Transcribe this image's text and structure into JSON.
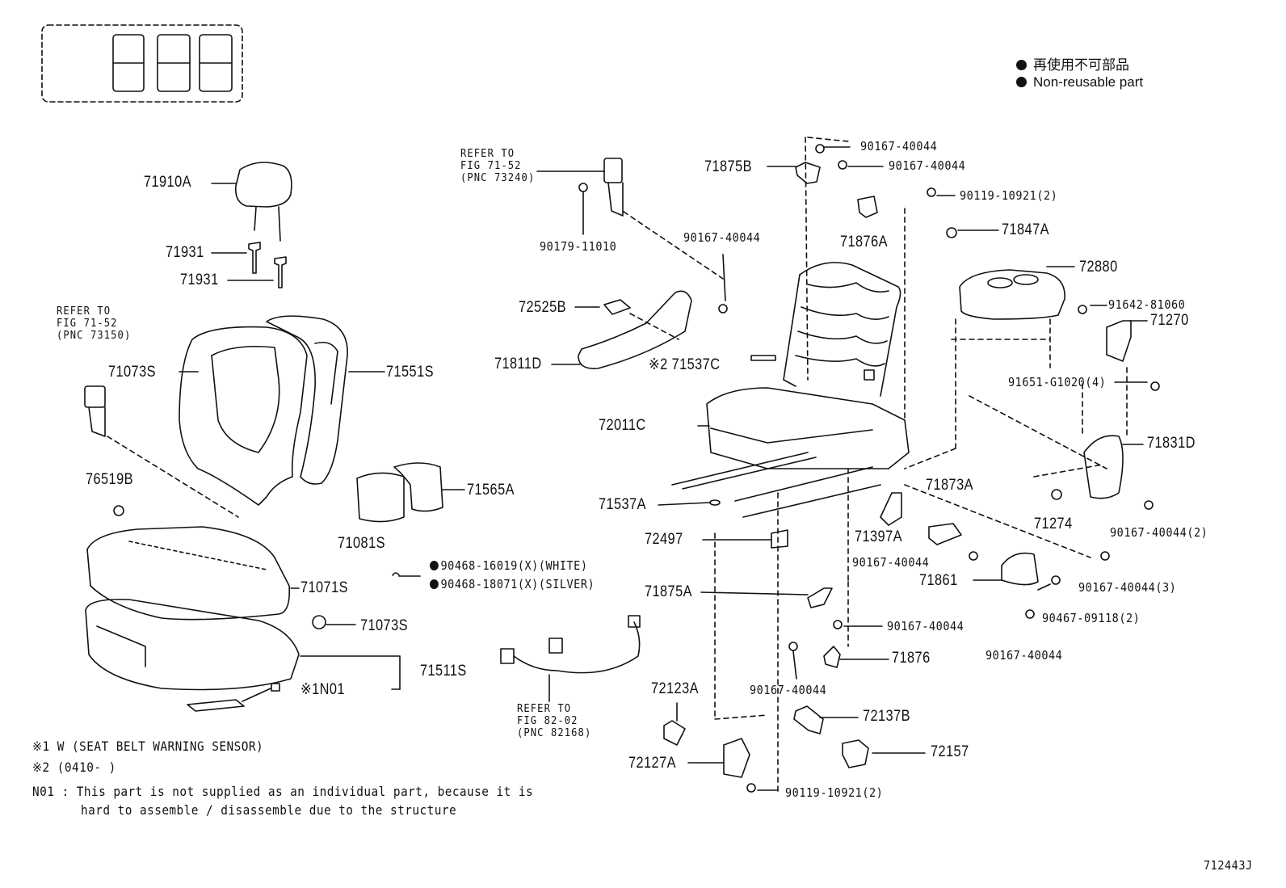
{
  "legend": {
    "jp": "再使用不可部品",
    "en": "Non-reusable part",
    "bullet_color": "#111111"
  },
  "refs": {
    "r1": {
      "l1": "REFER TO",
      "l2": "FIG 71-52",
      "l3": "(PNC 73150)"
    },
    "r2": {
      "l1": "REFER TO",
      "l2": "FIG 71-52",
      "l3": "(PNC 73240)"
    },
    "r3": {
      "l1": "REFER TO",
      "l2": "FIG 82-02",
      "l3": "(PNC 82168)"
    }
  },
  "parts": {
    "p71910A": "71910A",
    "p71931a": "71931",
    "p71931b": "71931",
    "p71073S_a": "71073S",
    "p71551S": "71551S",
    "p76519B": "76519B",
    "p71565A": "71565A",
    "p71081S": "71081S",
    "p71071S": "71071S",
    "p71073S_b": "71073S",
    "p71511S": "71511S",
    "pN01": "※1N01",
    "p90468a": "90468-16019(X)(WHITE)",
    "p90468b": "90468-18071(X)(SILVER)",
    "p90179": "90179-11010",
    "p90167_top": "90167-40044",
    "p72525B": "72525B",
    "p71811D": "71811D",
    "p71537C": "※2 71537C",
    "p72011C": "72011C",
    "p71537A": "71537A",
    "p72497": "72497",
    "p71875A": "71875A",
    "p72123A": "72123A",
    "p72127A": "72127A",
    "p90119b": "90119-10921(2)",
    "p71875B": "71875B",
    "p90167_a": "90167-40044",
    "p90167_b": "90167-40044",
    "p90119a": "90119-10921(2)",
    "p71876A": "71876A",
    "p71847A": "71847A",
    "p72880": "72880",
    "p91642": "91642-81060",
    "p71270": "71270",
    "p91651": "91651-G1020(4)",
    "p71831D": "71831D",
    "p71873A": "71873A",
    "p71274": "71274",
    "p90167_2": "90167-40044(2)",
    "p71397A": "71397A",
    "p90167_c": "90167-40044",
    "p71861": "71861",
    "p90167_3": "90167-40044(3)",
    "p90467": "90467-09118(2)",
    "p90167_d": "90167-40044",
    "p90167_e": "90167-40044",
    "p71876": "71876",
    "p90167_f": "90167-40044",
    "p72137B": "72137B",
    "p72157": "72157"
  },
  "notes": {
    "n1": "※1 W (SEAT BELT WARNING SENSOR)",
    "n2": "※2 (0410-     )",
    "n3a": "N01 : This part is not supplied as an individual part, because it is",
    "n3b": "hard to assemble / disassemble due to the structure"
  },
  "figure_id": "712443J"
}
